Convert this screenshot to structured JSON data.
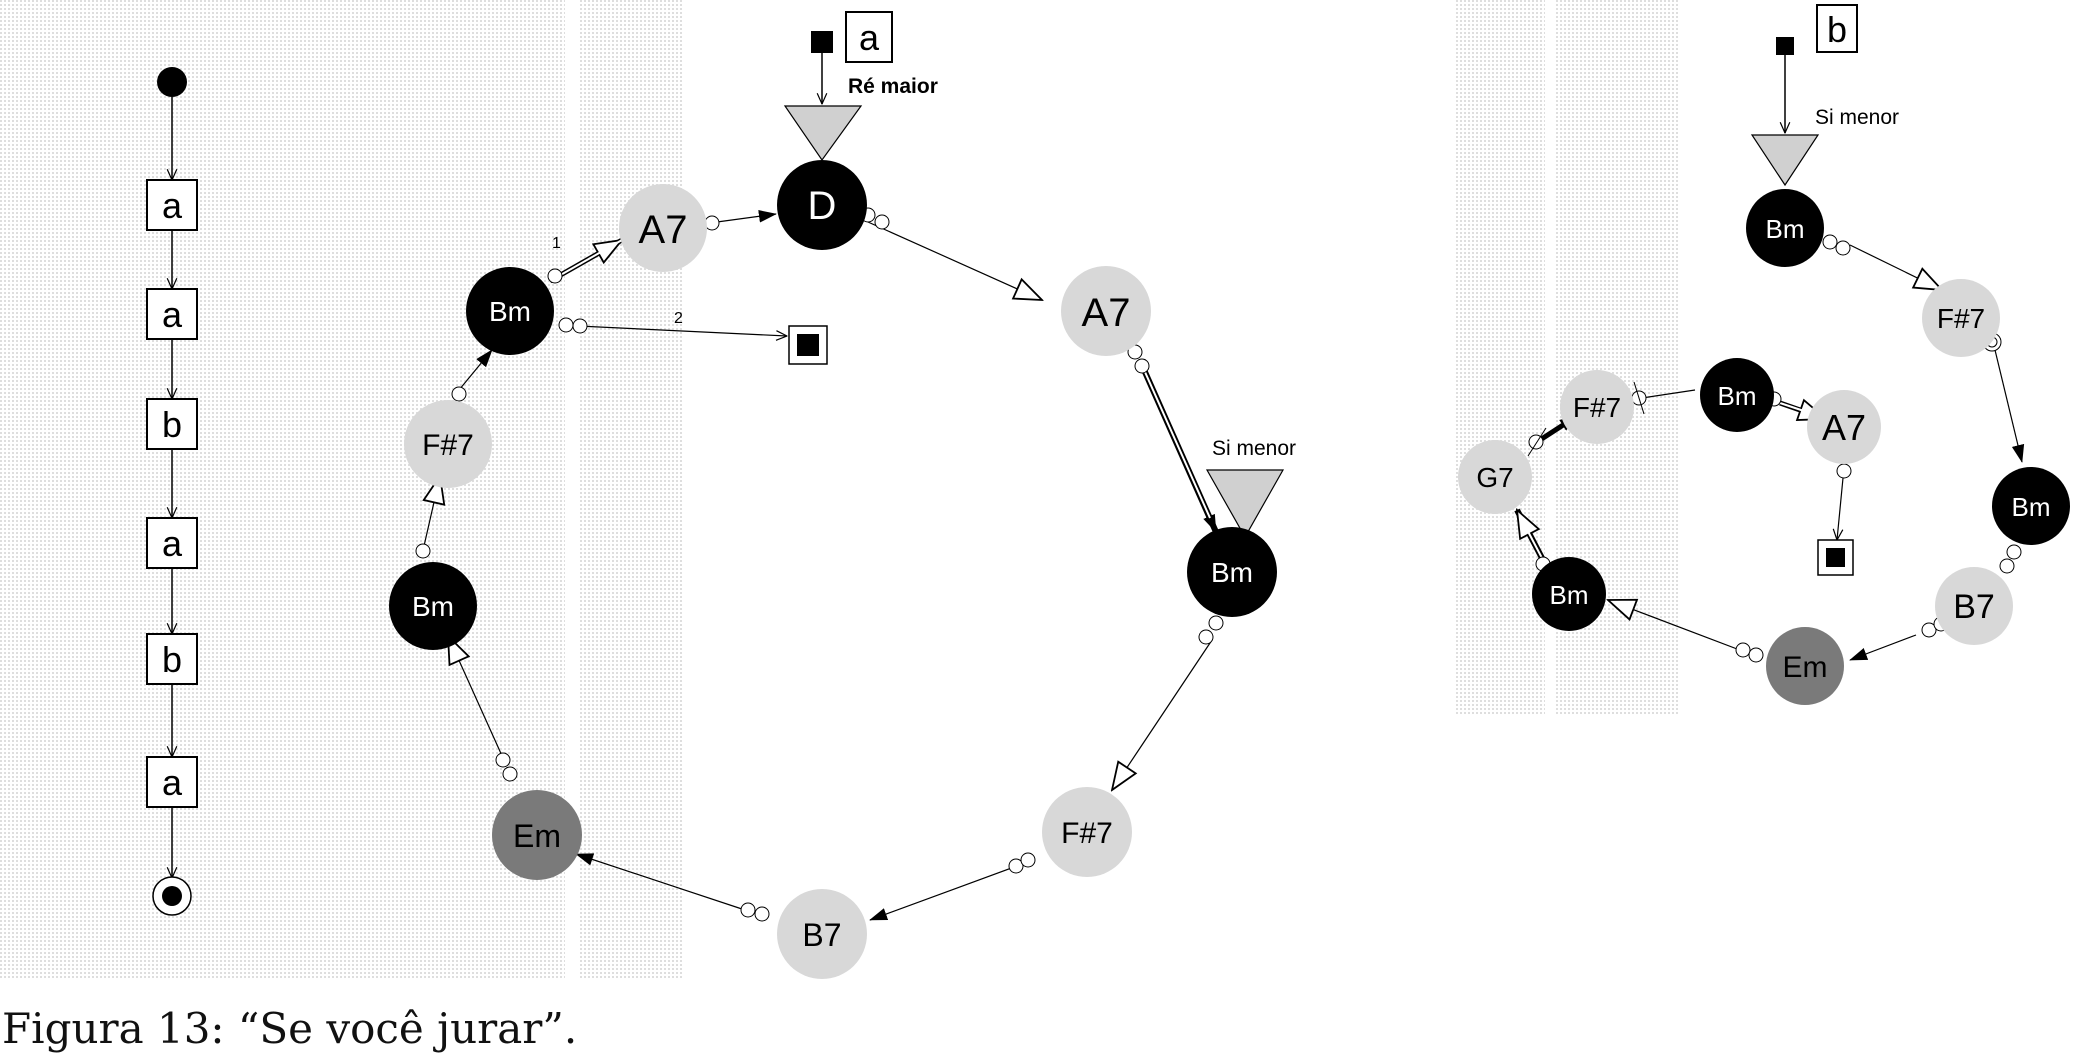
{
  "colors": {
    "black_node": "#000000",
    "light_node": "#d8d8d8",
    "dark_node": "#7a7a7a",
    "triangle": "#d0d0d0"
  },
  "form_sequence": [
    "a",
    "a",
    "b",
    "a",
    "b",
    "a"
  ],
  "diagram_a": {
    "tag": "a",
    "key_label": "Ré maior",
    "second_key_label": "Si menor",
    "branch_labels": [
      "1",
      "2"
    ],
    "nodes": {
      "D": "D",
      "A7_in": "A7",
      "Bm_branch": "Bm",
      "F7_left": "F#7",
      "Bm_left": "Bm",
      "Em": "Em",
      "B7": "B7",
      "F7_right": "F#7",
      "Bm_right": "Bm",
      "A7_right": "A7"
    }
  },
  "diagram_b": {
    "tag": "b",
    "key_label": "Si menor",
    "nodes": {
      "Bm_top": "Bm",
      "F7_right": "F#7",
      "Bm_right": "Bm",
      "B7": "B7",
      "Em": "Em",
      "Bm_left": "Bm",
      "G7": "G7",
      "F7_inner": "F#7",
      "Bm_inner": "Bm",
      "A7": "A7"
    }
  },
  "caption": "Figura 13: “Se você jurar”."
}
